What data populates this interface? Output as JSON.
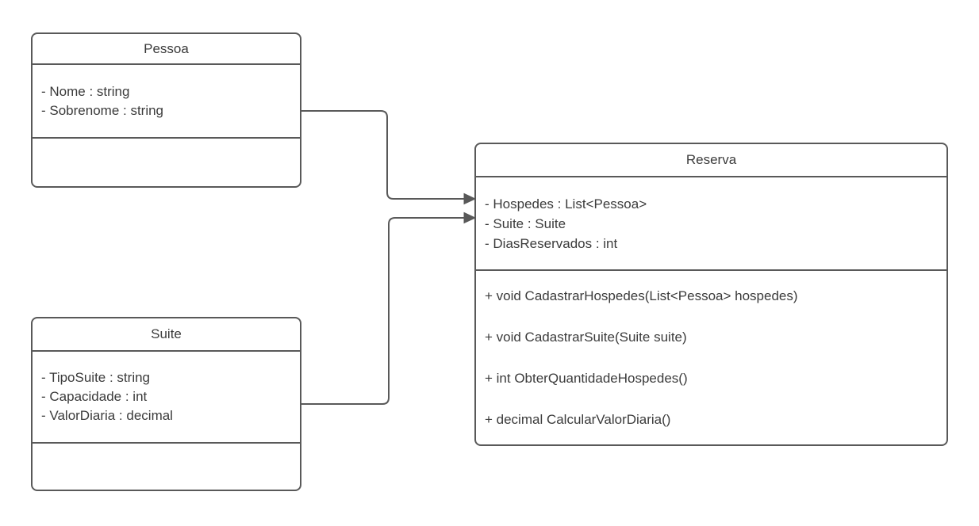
{
  "colors": {
    "stroke": "#595959",
    "text": "#3b3b3b",
    "background": "#ffffff"
  },
  "classes": [
    {
      "name": "Pessoa",
      "attributes": [
        "- Nome : string",
        "- Sobrenome : string"
      ],
      "methods": []
    },
    {
      "name": "Suite",
      "attributes": [
        "- TipoSuite : string",
        "- Capacidade : int",
        "- ValorDiaria : decimal"
      ],
      "methods": []
    },
    {
      "name": "Reserva",
      "attributes": [
        "- Hospedes : List<Pessoa>",
        "- Suite : Suite",
        "- DiasReservados : int"
      ],
      "methods": [
        "+ void CadastrarHospedes(List<Pessoa> hospedes)",
        "+ void CadastrarSuite(Suite suite)",
        "+ int ObterQuantidadeHospedes()",
        "+ decimal CalcularValorDiaria()"
      ]
    }
  ],
  "relations": [
    {
      "from": "Pessoa",
      "to": "Reserva",
      "type": "directed-association"
    },
    {
      "from": "Suite",
      "to": "Reserva",
      "type": "directed-association"
    }
  ]
}
